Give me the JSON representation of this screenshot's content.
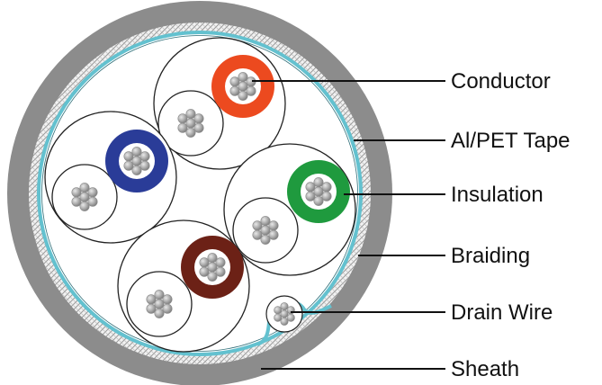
{
  "labels": {
    "conductor": "Conductor",
    "al_pet_tape": "Al/PET Tape",
    "insulation": "Insulation",
    "braiding": "Braiding",
    "drain_wire": "Drain Wire",
    "sheath": "Sheath"
  },
  "colors": {
    "sheath": "#8c8c8c",
    "braid": "#e4e4e4",
    "tape": "#63c1cf",
    "pair_outline": "#222222",
    "strand": "#a9a9a9",
    "insulation_orange": "#ec4a1f",
    "insulation_blue": "#2a3c98",
    "insulation_green": "#1f9a3e",
    "insulation_brown": "#6c2116"
  }
}
